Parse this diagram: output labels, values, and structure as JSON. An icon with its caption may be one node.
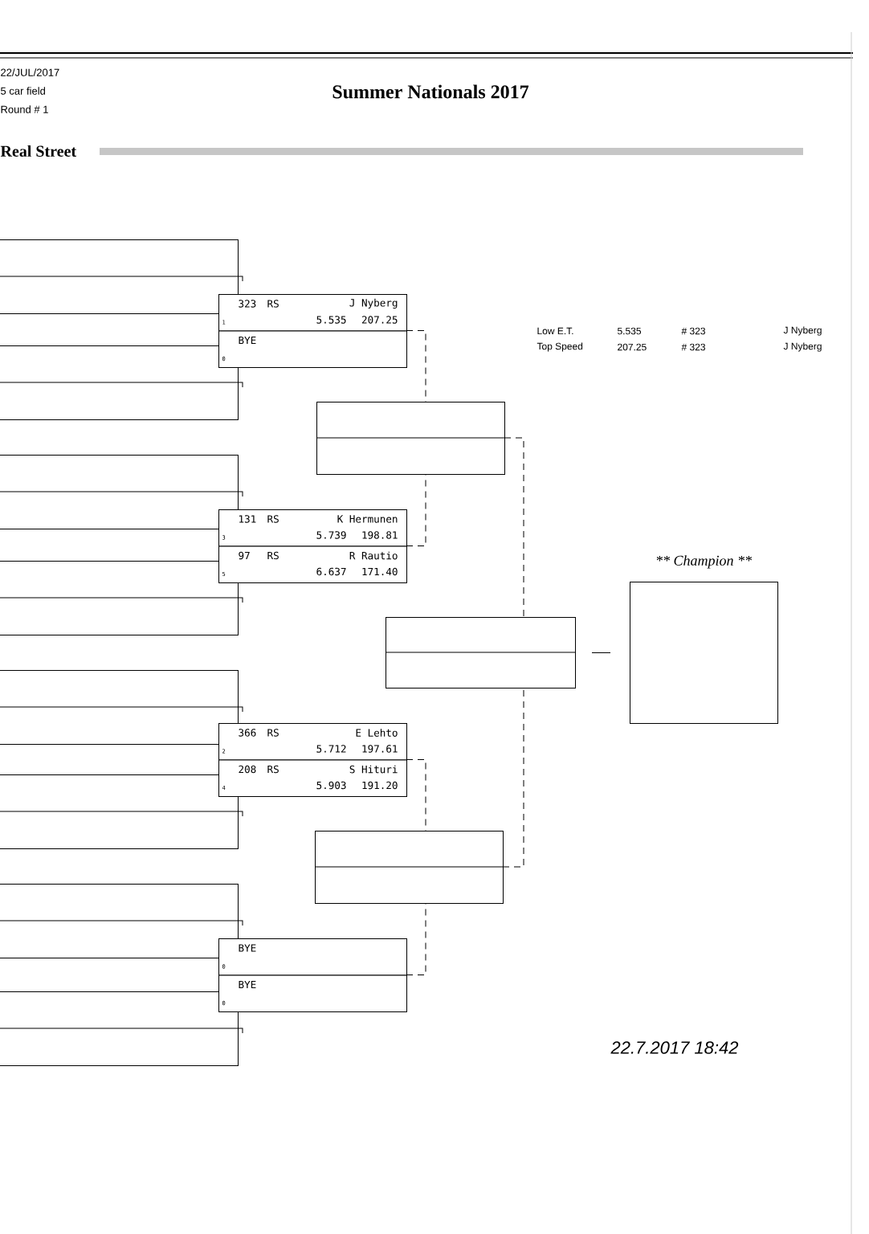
{
  "diagram": {
    "title": "Summer Nationals 2017",
    "nodes": [
      {
        "text": [],
        "shape": "box"
      },
      {
        "text": [],
        "shape": "box"
      },
      {
        "text": [],
        "shape": "box"
      },
      {
        "text": [],
        "shape": "box"
      },
      {
        "text": [],
        "shape": "box"
      },
      {
        "text": [],
        "shape": "box"
      },
      {
        "text": [],
        "shape": "box"
      },
      {
        "text": [],
        "shape": "box"
      },
      {
        "text": [
          "323",
          "RS",
          "J Nyberg",
          "1",
          "5.535",
          "207.25"
        ]
      },
      {
        "text": [
          "BYE",
          "0"
        ]
      },
      {
        "text": [
          "131",
          "RS",
          "K Hermunen",
          "3",
          "5.739",
          "198.81"
        ]
      },
      {
        "text": [
          "97",
          "RS",
          "R Rautio",
          "5",
          "6.637",
          "171.40"
        ]
      },
      {
        "text": [
          "366",
          "RS",
          "E Lehto",
          "2",
          "5.712",
          "197.61"
        ]
      },
      {
        "text": [
          "208",
          "RS",
          "S Hituri",
          "4",
          "5.903",
          "191.20"
        ]
      },
      {
        "text": [
          "BYE",
          "0"
        ]
      },
      {
        "text": [
          "BYE",
          "0"
        ]
      },
      {
        "text": [],
        "shape": "box"
      },
      {
        "text": [],
        "shape": "box"
      },
      {
        "text": [],
        "shape": "box"
      },
      {
        "text": [
          "** Champion **"
        ]
      }
    ],
    "edges": [
      {
        "from": 8,
        "to": 16,
        "arrow": "none",
        "style": "dashed"
      },
      {
        "from": 9,
        "to": 16,
        "arrow": "none",
        "style": "dashed"
      },
      {
        "from": 10,
        "to": 16,
        "arrow": "none",
        "style": "dashed"
      },
      {
        "from": 11,
        "to": 16,
        "arrow": "none",
        "style": "dashed"
      },
      {
        "from": 12,
        "to": 17,
        "arrow": "none",
        "style": "dashed"
      },
      {
        "from": 13,
        "to": 17,
        "arrow": "none",
        "style": "dashed"
      },
      {
        "from": 14,
        "to": 17,
        "arrow": "none",
        "style": "dashed"
      },
      {
        "from": 15,
        "to": 17,
        "arrow": "none",
        "style": "dashed"
      },
      {
        "from": 16,
        "to": 18,
        "arrow": "none",
        "style": "dashed"
      },
      {
        "from": 17,
        "to": 18,
        "arrow": "none",
        "style": "dashed"
      },
      {
        "from": 18,
        "to": 19,
        "arrow": "none"
      }
    ],
    "labels": [
      "22/JUL/2017",
      "5 car field",
      "Round # 1",
      "Real Street",
      "Low E.T.",
      "5.535",
      "# 323",
      "J Nyberg",
      "Top Speed",
      "207.25",
      "# 323",
      "J Nyberg",
      "22.7.2017 18:42"
    ]
  }
}
